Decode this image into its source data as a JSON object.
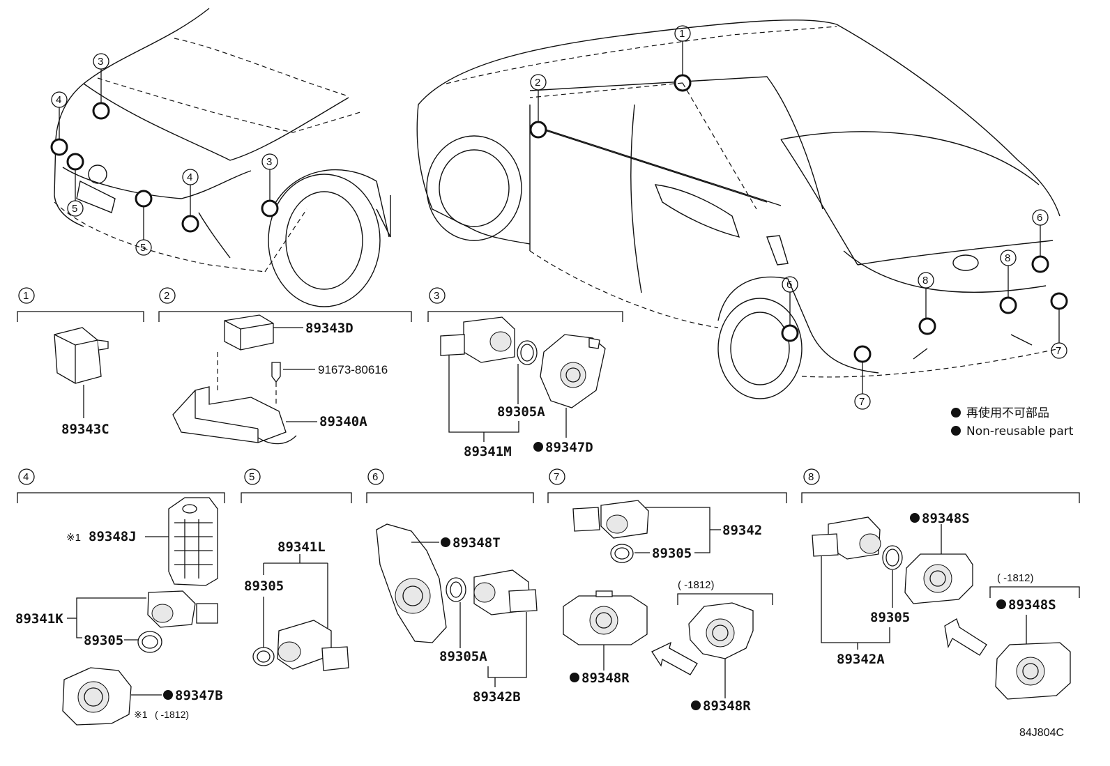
{
  "diagram_code": "84J804C",
  "legend": {
    "jp": "再使用不可部品",
    "en": "Non-reusable part"
  },
  "callouts": [
    "1",
    "2",
    "3",
    "4",
    "5",
    "6",
    "7",
    "8"
  ],
  "sections": {
    "s1": {
      "num": "1",
      "parts": [
        "89343C"
      ]
    },
    "s2": {
      "num": "2",
      "parts": [
        "89343D",
        "91673-80616",
        "89340A"
      ]
    },
    "s3": {
      "num": "3",
      "parts": [
        "89305A",
        "89341M",
        "89347D"
      ]
    },
    "s4": {
      "num": "4",
      "parts": [
        "89348J",
        "89341K",
        "89305",
        "89347B"
      ],
      "note_mark": "※1",
      "note_range": "(      -1812)"
    },
    "s5": {
      "num": "5",
      "parts": [
        "89341L",
        "89305"
      ]
    },
    "s6": {
      "num": "6",
      "parts": [
        "89348T",
        "89305A",
        "89342B"
      ]
    },
    "s7": {
      "num": "7",
      "parts": [
        "89342",
        "89305",
        "89348R",
        "89348R"
      ],
      "range": "(      -1812)"
    },
    "s8": {
      "num": "8",
      "parts": [
        "89348S",
        "89305",
        "89342A",
        "89348S"
      ],
      "range": "(      -1812)"
    }
  }
}
